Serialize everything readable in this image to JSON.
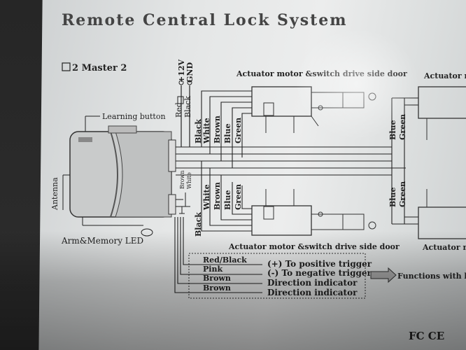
{
  "title": {
    "first": "Remote Central Lock System"
  },
  "model": {
    "label": "2 Master 2"
  },
  "power": {
    "red_12v": "+12V",
    "black_gnd": "GND",
    "red": "Red",
    "black": "Black"
  },
  "control_box": {
    "learning_button": "Learning button",
    "antenna": "Antenna",
    "led": "Arm&Memory LED"
  },
  "wires": {
    "upper": [
      "Black",
      "White",
      "Brown",
      "Blue",
      "Green"
    ],
    "lower": [
      "Black",
      "White",
      "Brown",
      "Blue",
      "Green"
    ],
    "brown": "Brown",
    "white": "White"
  },
  "actuators": {
    "top_left": "Actuator motor &switch drive side door",
    "top_right": "Actuator m",
    "bottom_left": "Actuator motor &switch drive side door",
    "bottom_right": "Actuator m"
  },
  "right_wires": [
    "Blue",
    "Green"
  ],
  "outputs": [
    {
      "color": "Red/Black",
      "desc": "(+) To positive trigger"
    },
    {
      "color": "Pink",
      "desc": "(-) To negative trigger"
    },
    {
      "color": "Brown",
      "desc": "Direction indicator"
    },
    {
      "color": "Brown",
      "desc": "Direction indicator"
    }
  ],
  "functions": "Functions with b",
  "certs": "FC CE"
}
